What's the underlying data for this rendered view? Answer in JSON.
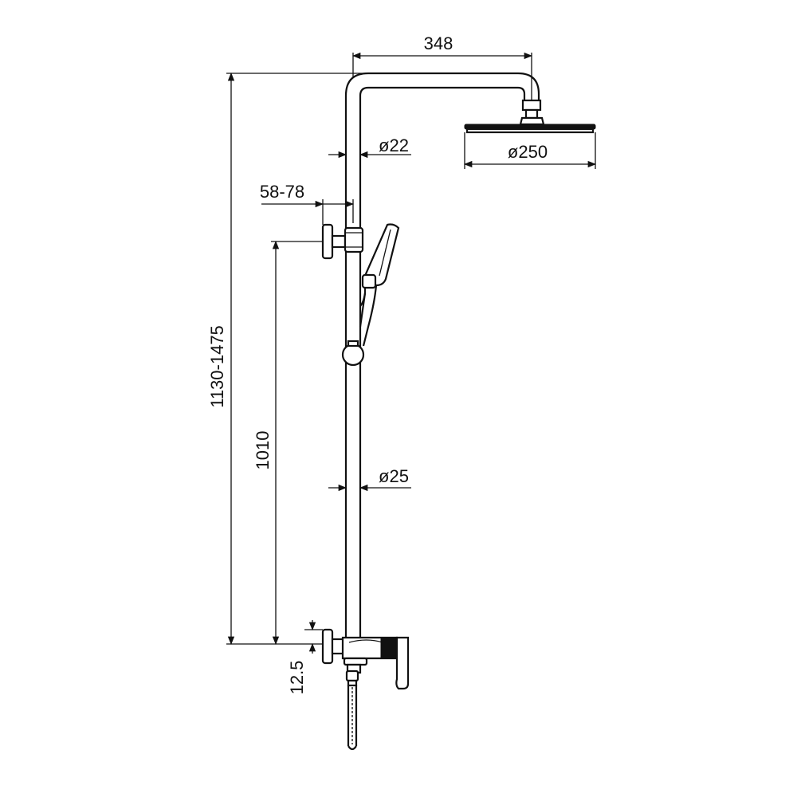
{
  "dimensions": {
    "arm_width": "348",
    "top_pipe_diameter": "ø22",
    "head_diameter": "ø250",
    "wall_bracket_offset": "58-78",
    "total_height": "1130-1475",
    "mixer_to_bracket": "1010",
    "main_pipe_diameter": "ø25",
    "mixer_offset": "12.5"
  }
}
